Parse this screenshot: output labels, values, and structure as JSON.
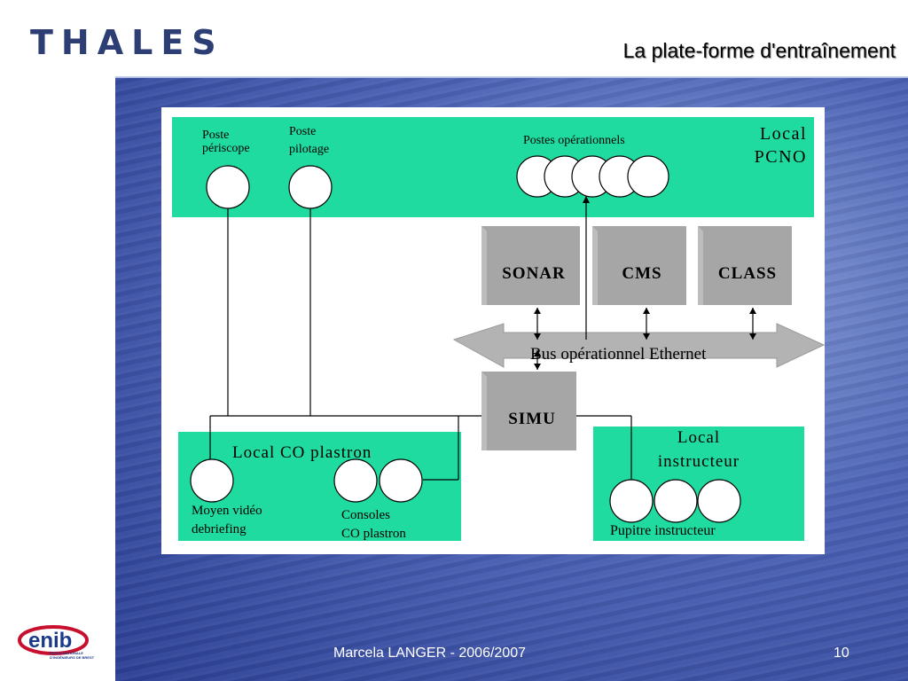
{
  "header": {
    "logo_text": "THALES",
    "title": "La plate-forme d'entraînement"
  },
  "diagram": {
    "pcno": {
      "label_line1": "Local",
      "label_line2": "PCNO",
      "poste_periscope_1": "Poste",
      "poste_periscope_2": "périscope",
      "poste_pilotage_1": "Poste",
      "poste_pilotage_2": "pilotage",
      "postes_operationnels": "Postes opérationnels"
    },
    "boxes": {
      "sonar": "SONAR",
      "cms": "CMS",
      "class": "CLASS",
      "simu": "SIMU"
    },
    "bus_label": "Bus opérationnel Ethernet",
    "co_plastron": {
      "label": "Local CO plastron",
      "moyen_video_1": "Moyen vidéo",
      "moyen_video_2": "debriefing",
      "consoles_1": "Consoles",
      "consoles_2": "CO plastron"
    },
    "instructeur": {
      "label_line1": "Local",
      "label_line2": "instructeur",
      "pupitre": "Pupitre instructeur"
    },
    "colors": {
      "green": "#20dba0",
      "gray_box": "#a6a6a6",
      "bus_gray": "#b3b3b3"
    }
  },
  "footer": {
    "author": "Marcela LANGER - 2006/2007",
    "page": "10",
    "enib_logo": "enib",
    "enib_sub": "ÉCOLE NATIONALE\nD'INGÉNIEURS DE BREST"
  }
}
